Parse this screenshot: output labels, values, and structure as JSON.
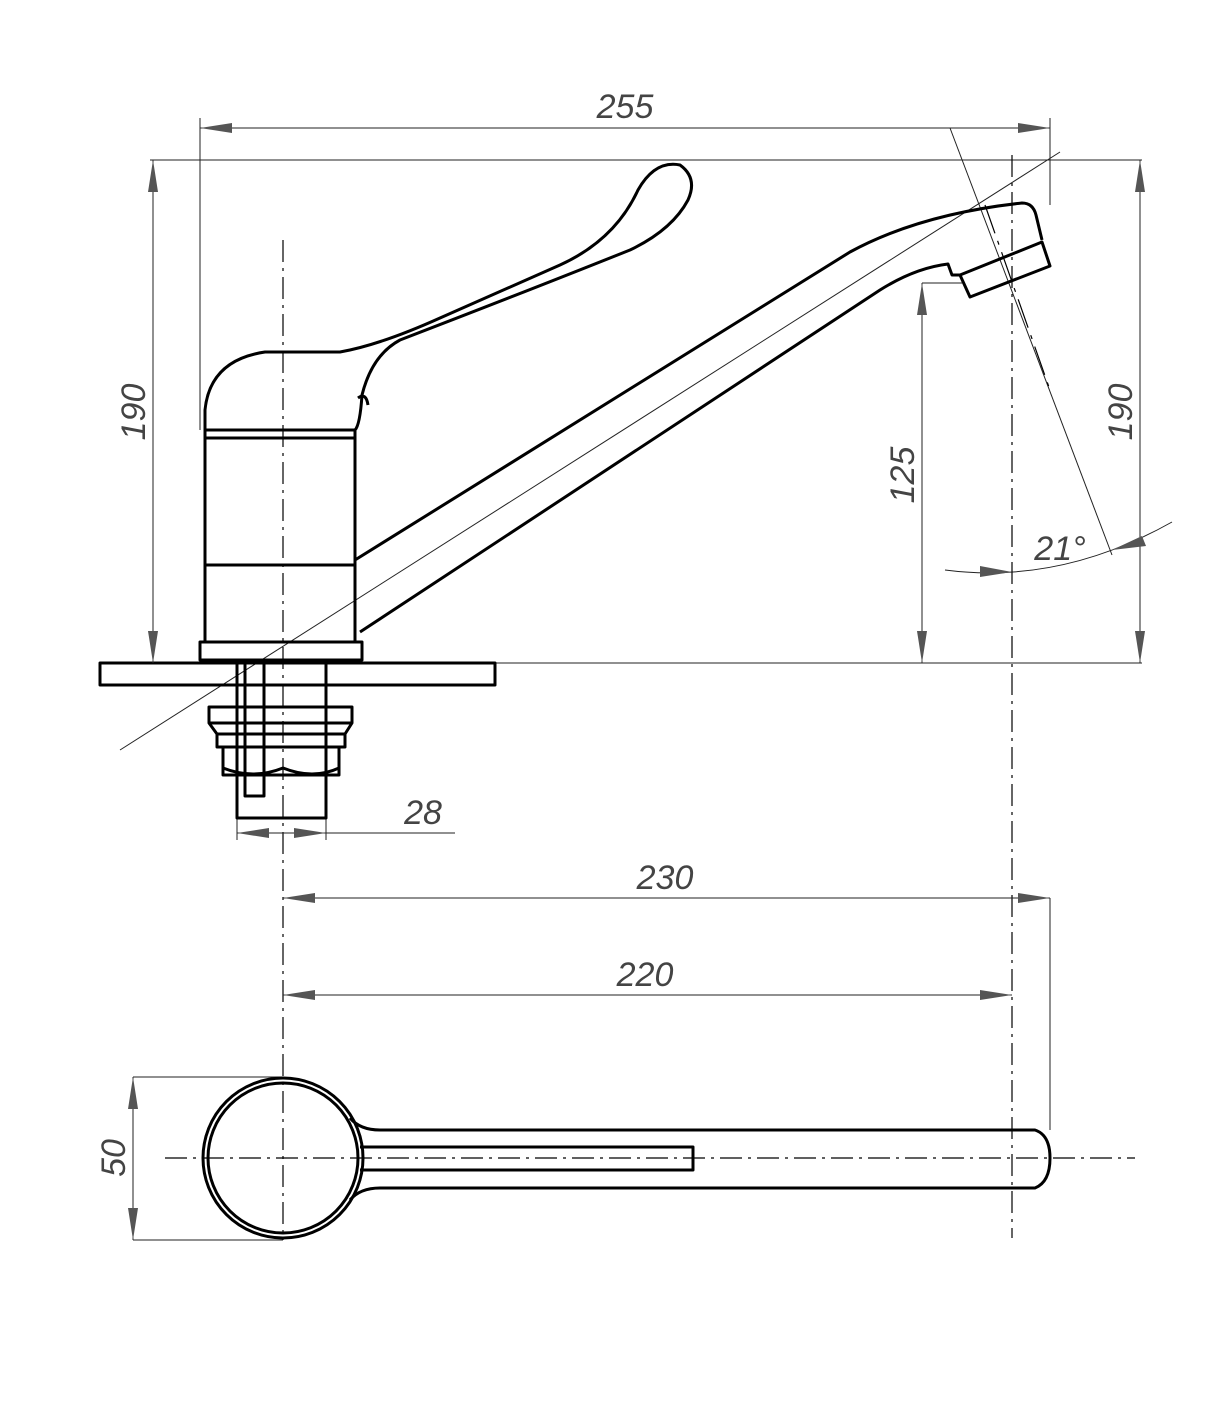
{
  "title": "Single-lever faucet with long spout — dimensional drawing",
  "dimensions": {
    "overall_length": "255",
    "overall_height_left": "190",
    "overall_height_right": "190",
    "spout_outlet_height": "125",
    "outlet_angle": "21°",
    "shank_diameter": "28",
    "reach_outer": "230",
    "reach_axis": "220",
    "body_diameter": "50"
  },
  "colors": {
    "line": "#000000",
    "dimension": "#444444"
  }
}
